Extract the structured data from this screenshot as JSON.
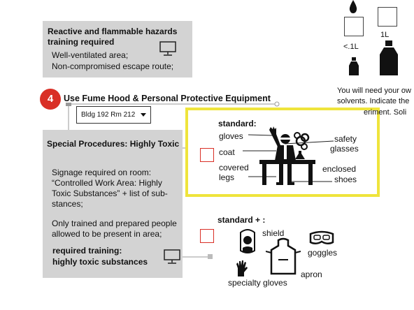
{
  "reactive_box": {
    "title": "Reactive and flammable hazards training required",
    "line1": "Well-ventilated area;",
    "line2": "Non-compromised escape route;"
  },
  "step": {
    "number": "4",
    "title": "Use Fume Hood & Personal Protective Equipment"
  },
  "location_select": {
    "value": "Bldg 192 Rm 212"
  },
  "toxic_box": {
    "title": "Special Procedures: Highly Toxic",
    "signage": "Signage required on room: “Controlled Work Area: Highly Toxic Substances” + list of sub-stances;",
    "training_people": "Only trained and prepared people allowed to be present in area;",
    "required_training_1": "required training:",
    "required_training_2": "highly toxic substances"
  },
  "standard_ppe": {
    "heading": "standard:",
    "gloves": "gloves",
    "coat": "coat",
    "covered_legs_1": "covered",
    "covered_legs_2": "legs",
    "safety_glasses_1": "safety",
    "safety_glasses_2": "glasses",
    "enclosed_shoes_1": "enclosed",
    "enclosed_shoes_2": "shoes"
  },
  "standard_plus_ppe": {
    "heading": "standard + :",
    "shield": "shield",
    "goggles": "goggles",
    "apron": "apron",
    "specialty_gloves": "specialty gloves"
  },
  "containers": {
    "small_label": "<.1L",
    "large_label": "1L"
  },
  "right_text": {
    "line1": "You will need your ow",
    "line2": "solvents. Indicate the",
    "line3": "eriment.  Soli"
  }
}
